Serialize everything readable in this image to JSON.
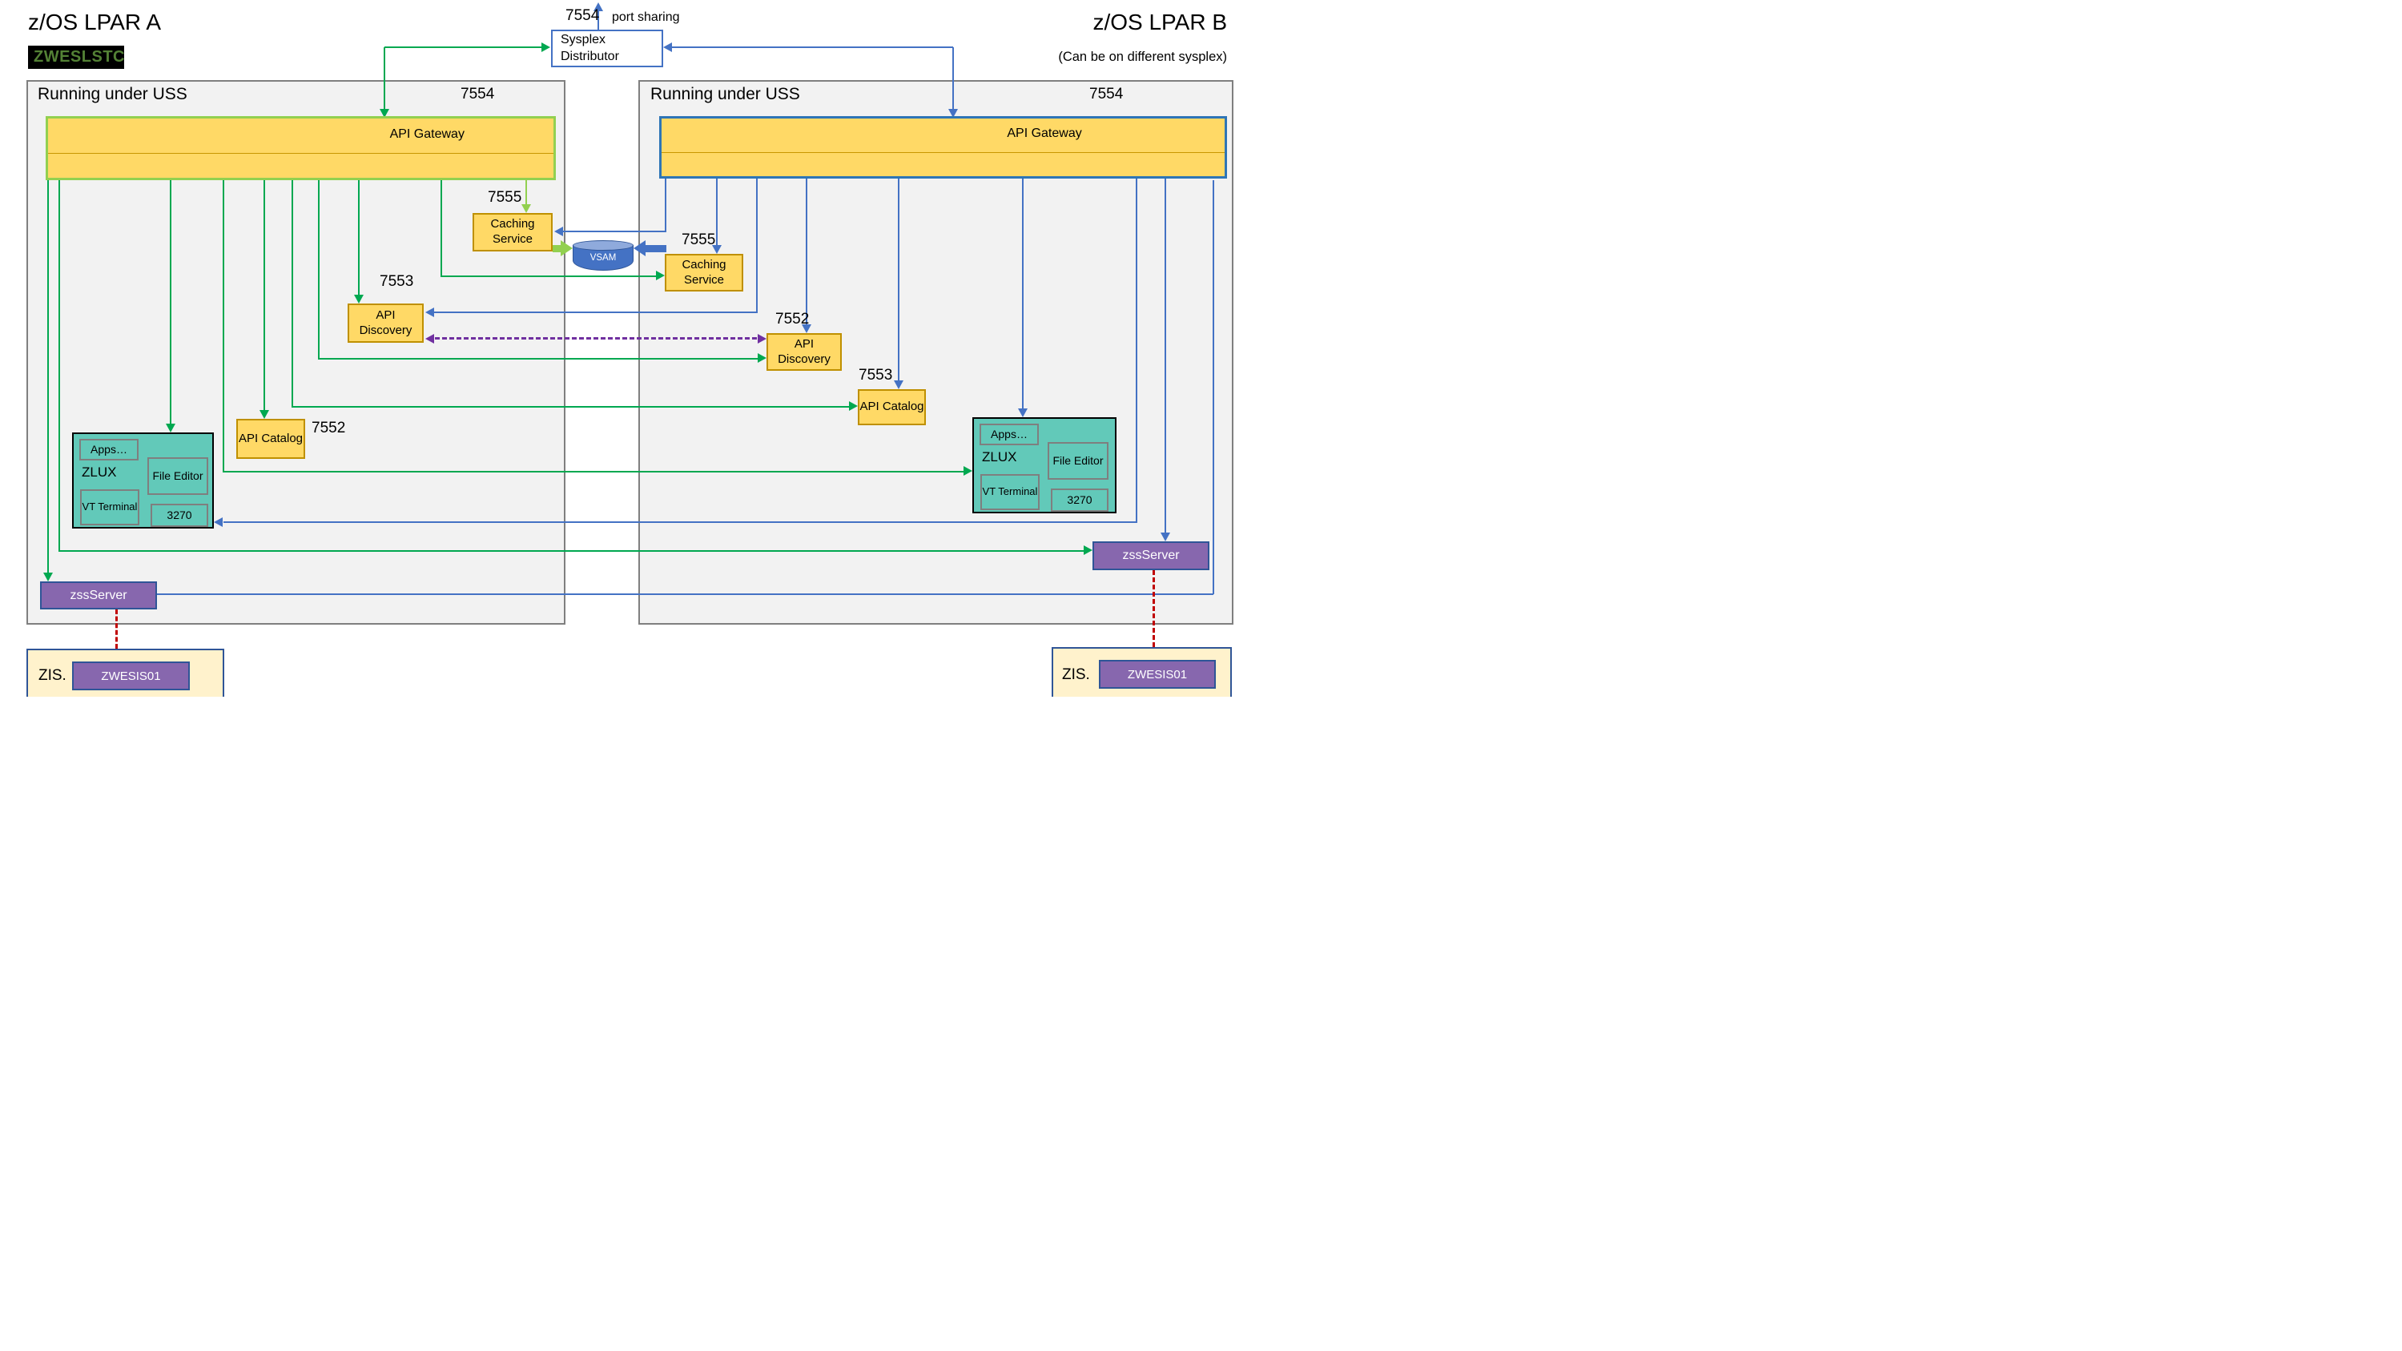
{
  "header": {
    "lpar_a_title": "z/OS LPAR A",
    "stc_badge": "ZWESLSTC",
    "top_port": "7554",
    "port_sharing_note": "port sharing",
    "lpar_b_title": "z/OS LPAR B",
    "lpar_b_note": "(Can be on different sysplex)"
  },
  "sysplex_distributor": {
    "label": "Sysplex Distributor"
  },
  "uss": {
    "label": "Running under USS",
    "gateway_port": "7554"
  },
  "components": {
    "api_gateway": "API Gateway",
    "caching_service": "Caching Service",
    "api_discovery": "API Discovery",
    "api_catalog": "API Catalog",
    "zlux": "ZLUX",
    "apps": "Apps…",
    "file_editor": "File Editor",
    "vt_terminal": "VT Terminal",
    "terminal_3270": "3270",
    "zss_server": "zssServer",
    "zis_label": "ZIS.",
    "zis_server": "ZWESIS01",
    "vsam": "VSAM"
  },
  "ports": {
    "caching_a": "7555",
    "caching_b": "7555",
    "discovery_a": "7553",
    "discovery_b": "7552",
    "catalog_a": "7552",
    "catalog_b": "7553"
  },
  "colors": {
    "lpar_a_link": "#00A850",
    "lpar_a_gateway_border": "#92D050",
    "lpar_b_link": "#4472C4",
    "component_fill": "#FFD966",
    "component_border": "#BF9000",
    "zlux_fill": "#62C9B9",
    "server_purple": "#8767AE",
    "zis_fill": "#FFF2CC",
    "cross_discovery_link": "#7030A0",
    "zis_link": "#C00000",
    "stc_text": "#538135"
  }
}
